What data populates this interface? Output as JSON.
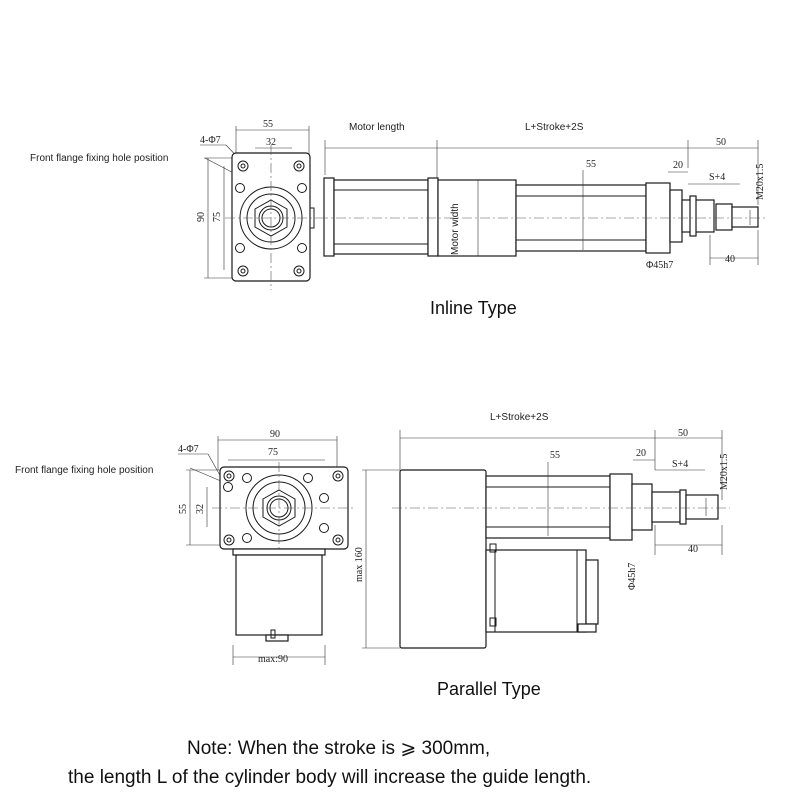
{
  "labels": {
    "front_flange_hole_position": "Front flange fixing hole position",
    "motor_length": "Motor length",
    "motor_width": "Motor width",
    "l_stroke": "L+Stroke+2S",
    "inline_title": "Inline Type",
    "parallel_title": "Parallel Type"
  },
  "dims": {
    "d55": "55",
    "d32": "32",
    "d90": "90",
    "d75": "75",
    "holes": "4-Φ7",
    "d50": "50",
    "d20": "20",
    "s4": "S+4",
    "thread": "M20x1.5",
    "d40": "40",
    "rod": "Φ45h7",
    "max160": "max 160",
    "max90": "max:90"
  },
  "note": {
    "line1": "Note: When the stroke is ⩾ 300mm,",
    "line2": "the length L of the cylinder body will increase the guide length."
  }
}
